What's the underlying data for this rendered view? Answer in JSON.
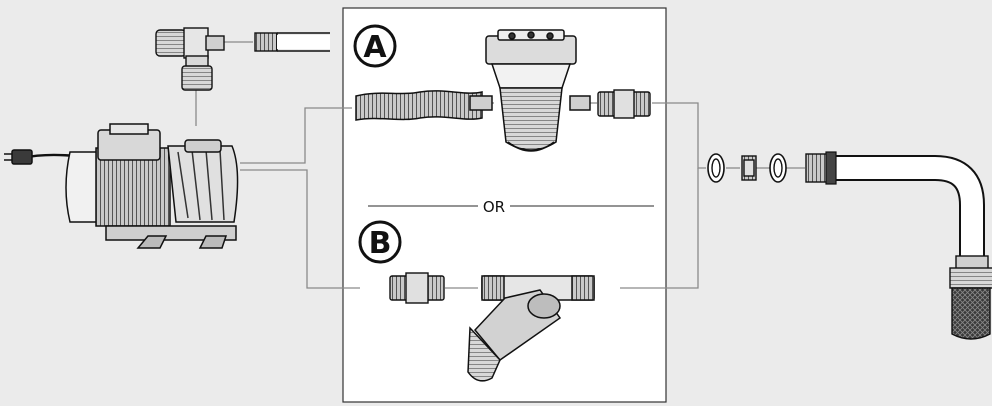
{
  "option_a": {
    "label": "A"
  },
  "option_b": {
    "label": "B"
  },
  "separator": {
    "label": "OR"
  },
  "colors": {
    "background": "#ebebeb",
    "panel": "#ffffff",
    "line": "#8a8a8a",
    "outline": "#1a1a1a",
    "shade": "#b9b9b9",
    "dark": "#2b2b2b"
  }
}
